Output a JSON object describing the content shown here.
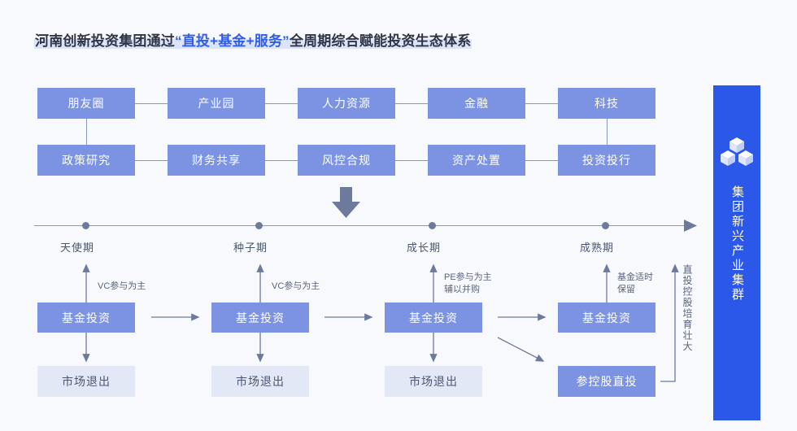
{
  "title": {
    "lead": "河南创新投资集团通过",
    "quote_open": "“",
    "accent": "直投+基金+服务",
    "quote_close": "”",
    "tail": "全周期综合赋能投资生态体系"
  },
  "colors": {
    "background": "#f7f9fc",
    "box_blue": "#7b93e2",
    "box_pale": "#e3e8f7",
    "sidebar_blue": "#2b58e8",
    "line_gray": "#8b97b8",
    "accent_text": "#2f5ce8",
    "title_text": "#2f3546",
    "highlight_band": "#dbe4f8"
  },
  "service_matrix": {
    "row1": [
      "朋友圈",
      "产业园",
      "人力资源",
      "金融",
      "科技"
    ],
    "row2": [
      "政策研究",
      "财务共享",
      "风控合规",
      "资产处置",
      "投资投行"
    ]
  },
  "flow_arrow": {
    "icon": "arrow-down-icon"
  },
  "timeline": {
    "stages": [
      "天使期",
      "种子期",
      "成长期",
      "成熟期"
    ],
    "axis_icon": "arrow-right-icon"
  },
  "stages": [
    {
      "note": [
        "VC参与为主"
      ],
      "invest": "基金投资",
      "exit": "市场退出"
    },
    {
      "note": [
        "VC参与为主"
      ],
      "invest": "基金投资",
      "exit": "市场退出"
    },
    {
      "note": [
        "PE参与为主",
        "辅以并购"
      ],
      "invest": "基金投资",
      "exit": "市场退出"
    },
    {
      "note": [
        "基金适时",
        "保留"
      ],
      "invest": "基金投资",
      "exit": "参控股直投"
    }
  ],
  "bracket_note": "直投控股培育壮大",
  "sidebar": {
    "icon": "cubes-icon",
    "label": "集团新兴产业集群"
  }
}
